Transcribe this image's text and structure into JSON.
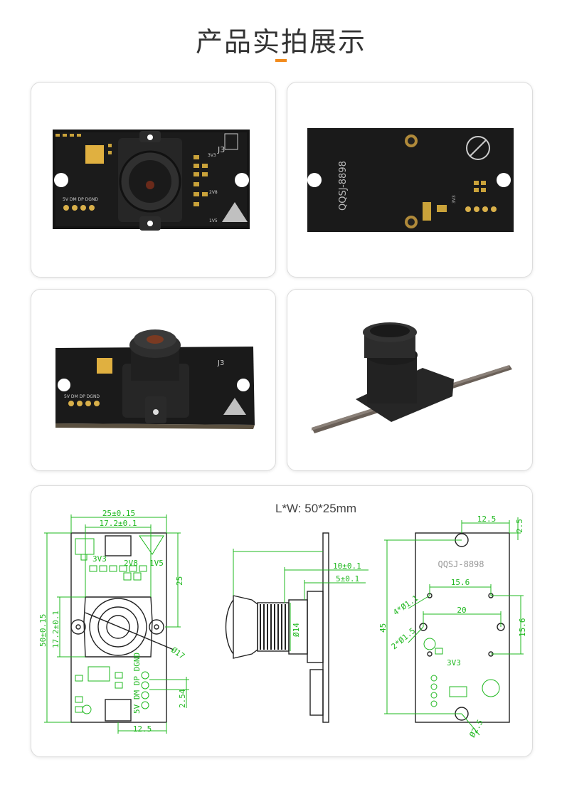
{
  "header": {
    "title": "产品实拍展示",
    "accent": "#f28b1c"
  },
  "photos": [
    {
      "board_marks": [
        "J3",
        "3V3",
        "2V8",
        "1V5",
        "5V DM DP DGND"
      ]
    },
    {
      "board_marks": [
        "QQSJ-8898",
        "3V3"
      ]
    },
    {
      "board_marks": [
        "J3",
        "5V DM DP DGND"
      ]
    },
    {
      "board_marks": []
    }
  ],
  "drawing": {
    "caption": "L*W: 50*25mm",
    "front": {
      "width_total": "25±0.15",
      "width_inner": "17.2±0.1",
      "height_top": "25",
      "height_total": "50±0.15",
      "height_inner": "17.2±0.1",
      "lens_dia": "Ø17",
      "pin_pitch": "2.54",
      "bottom": "12.5",
      "silk_1": "3V3",
      "silk_2": "2V8",
      "silk_3": "1V5",
      "silk_pins": "5V DM DP DGND"
    },
    "side": {
      "depth_1": "10±0.1",
      "depth_2": "5±0.1",
      "barrel_dia": "Ø14"
    },
    "back": {
      "top_offset": "12.5",
      "top_right": "2.5",
      "label": "QQSJ-8898",
      "hole_span_1": "15.6",
      "hole_span_2": "20",
      "height": "45",
      "height_right": "15.6",
      "holes_1": "4*Ø1.1",
      "holes_2": "2*Ø1.5",
      "bottom_hole": "Ø2.5",
      "silk": "3V3"
    }
  }
}
